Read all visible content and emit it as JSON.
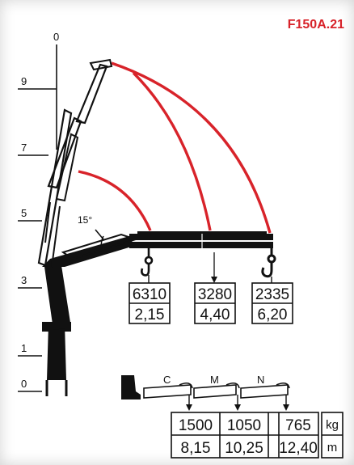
{
  "model": "F150A.21",
  "height_scale": [
    "0",
    "9",
    "7",
    "5",
    "3",
    "1",
    "0"
  ],
  "angle_label": "15°",
  "loads": [
    {
      "kg": "6310",
      "m": "2,15"
    },
    {
      "kg": "3280",
      "m": "4,40"
    },
    {
      "kg": "2335",
      "m": "6,20"
    }
  ],
  "extensions": [
    "C",
    "M",
    "N"
  ],
  "ext_loads": [
    {
      "kg": "1500",
      "m": "8,15"
    },
    {
      "kg": "1050",
      "m": "10,25"
    },
    {
      "kg": "765",
      "m": "12,40"
    }
  ],
  "units": {
    "kg": "kg",
    "m": "m"
  },
  "colors": {
    "curve": "#d8232a",
    "ink": "#111111",
    "label": "#d8232a"
  }
}
